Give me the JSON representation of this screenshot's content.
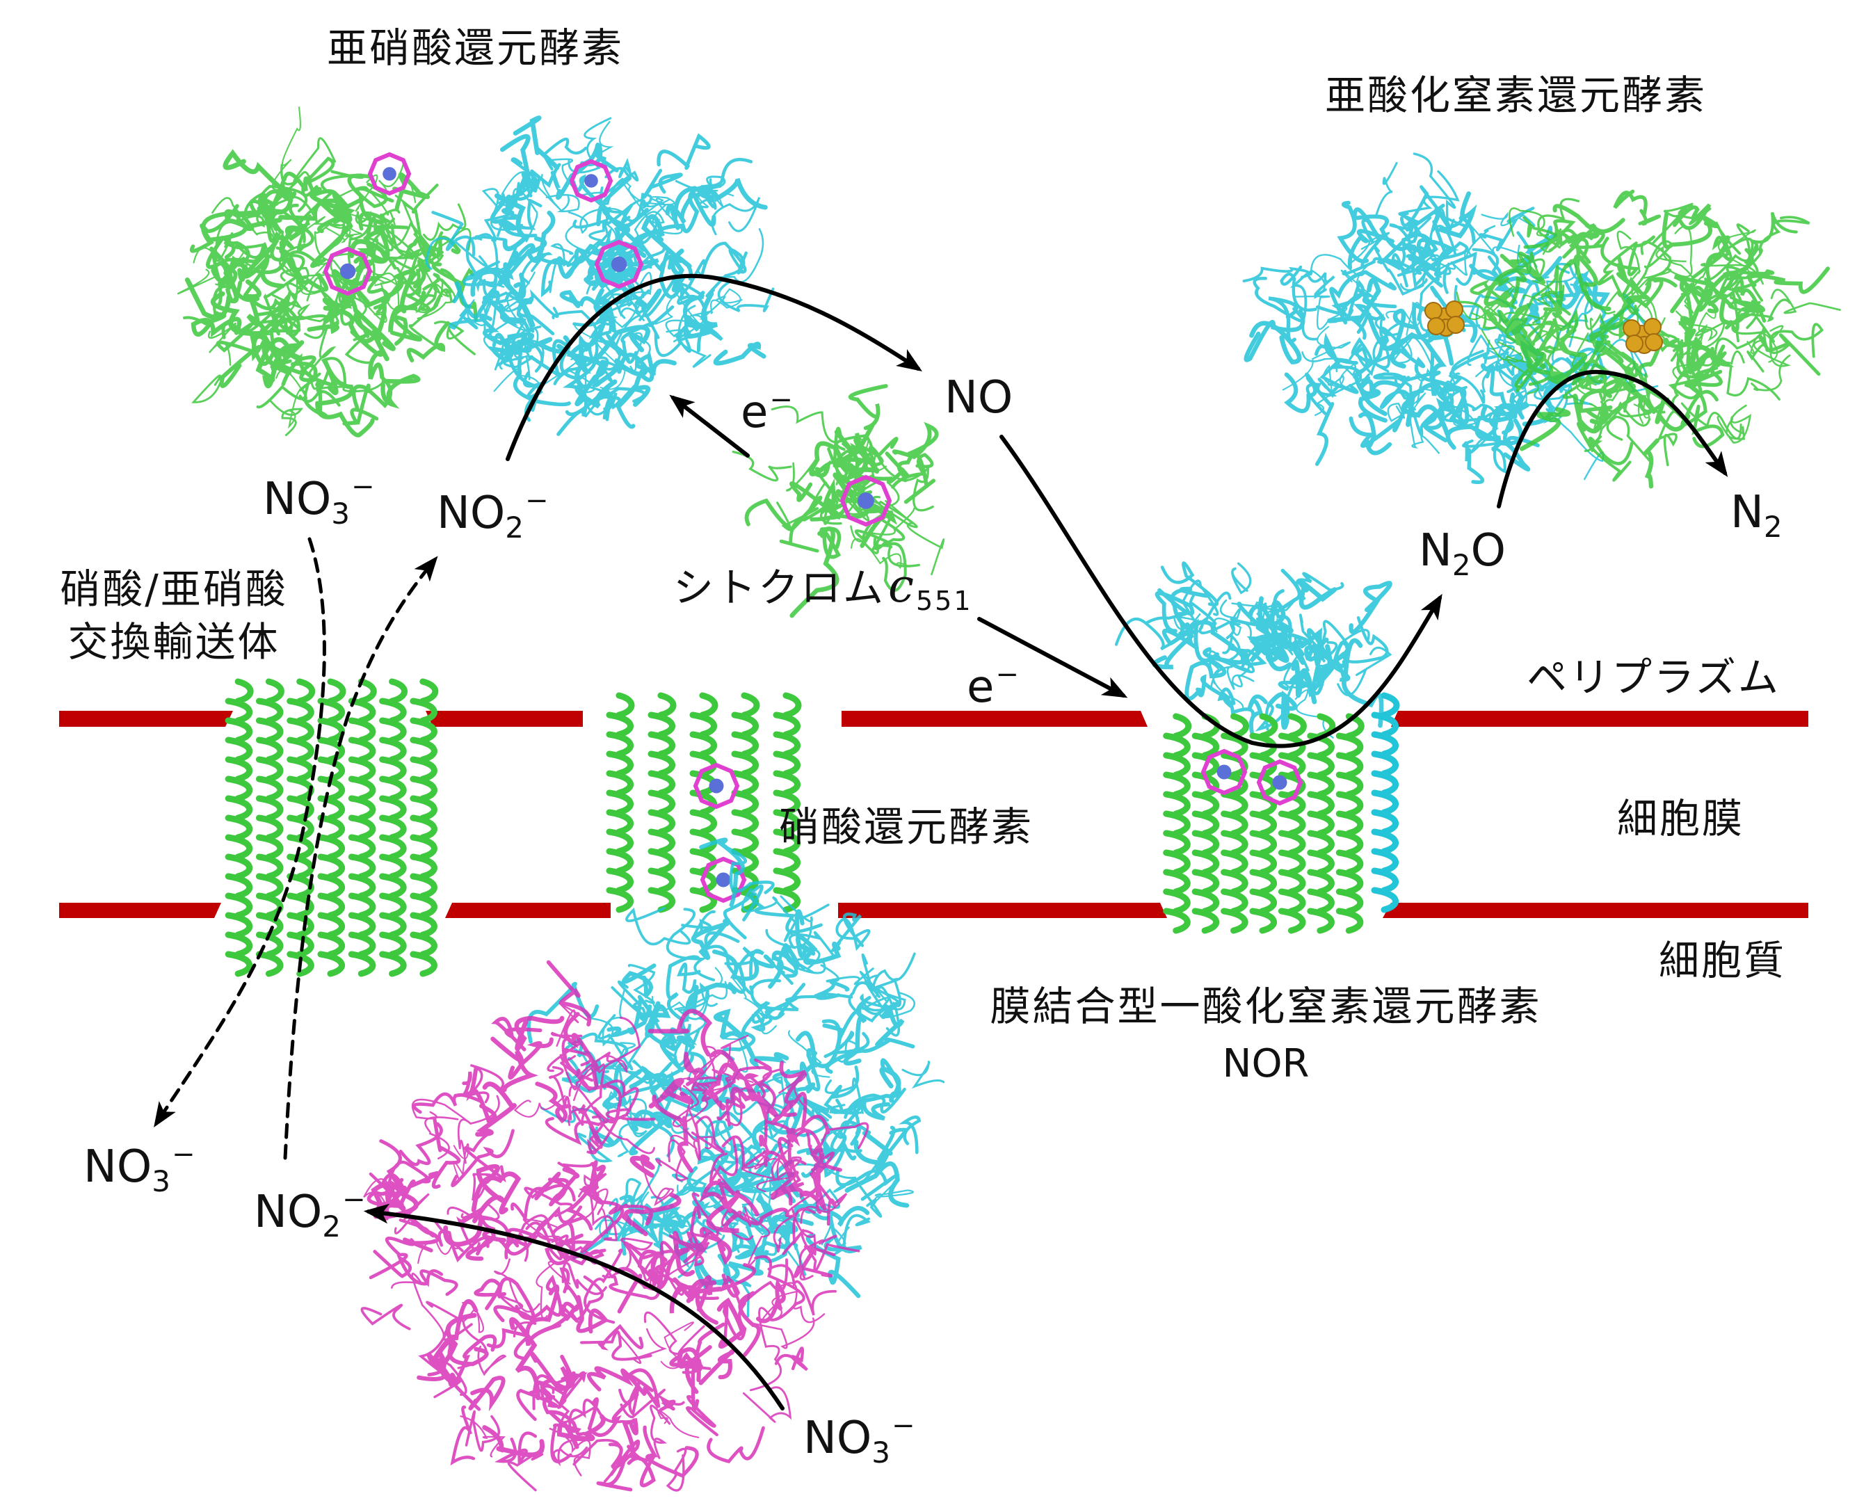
{
  "labels": {
    "nitrite_reductase": "亜硝酸還元酵素",
    "nitrous_oxide_reductase": "亜酸化窒素還元酵素",
    "transporter_line1": "硝酸/亜硝酸",
    "transporter_line2": "交換輸送体",
    "cytochrome": "シトクロム",
    "cytochrome_italic": "c",
    "cytochrome_sub": "551",
    "nitrate_reductase": "硝酸還元酵素",
    "nor_name": "膜結合型一酸化窒素還元酵素",
    "nor_abbr": "NOR",
    "periplasm": "ペリプラズム",
    "cell_membrane": "細胞膜",
    "cytoplasm": "細胞質"
  },
  "species": {
    "no3_periplasm": {
      "base": "NO",
      "sub": "3",
      "sup": "−"
    },
    "no2_periplasm": {
      "base": "NO",
      "sub": "2",
      "sup": "−"
    },
    "no": {
      "base": "NO"
    },
    "n2o": {
      "base": "N",
      "sub": "2",
      "tail": "O"
    },
    "n2": {
      "base": "N",
      "sub": "2"
    },
    "no3_cytoplasm_left": {
      "base": "NO",
      "sub": "3",
      "sup": "−"
    },
    "no2_cytoplasm": {
      "base": "NO",
      "sub": "2",
      "sup": "−"
    },
    "no3_cytoplasm_right": {
      "base": "NO",
      "sub": "3",
      "sup": "−"
    },
    "electron_1": {
      "base": "e",
      "sup": "−"
    },
    "electron_2": {
      "base": "e",
      "sup": "−"
    }
  },
  "colors": {
    "membrane": "#c00000",
    "green_protein": "#3dc83d",
    "cyan_protein": "#22c4d8",
    "magenta_protein": "#d933b8",
    "heme": "#e040d0",
    "copper_cluster": "#d9a020",
    "arrow": "#000000"
  }
}
